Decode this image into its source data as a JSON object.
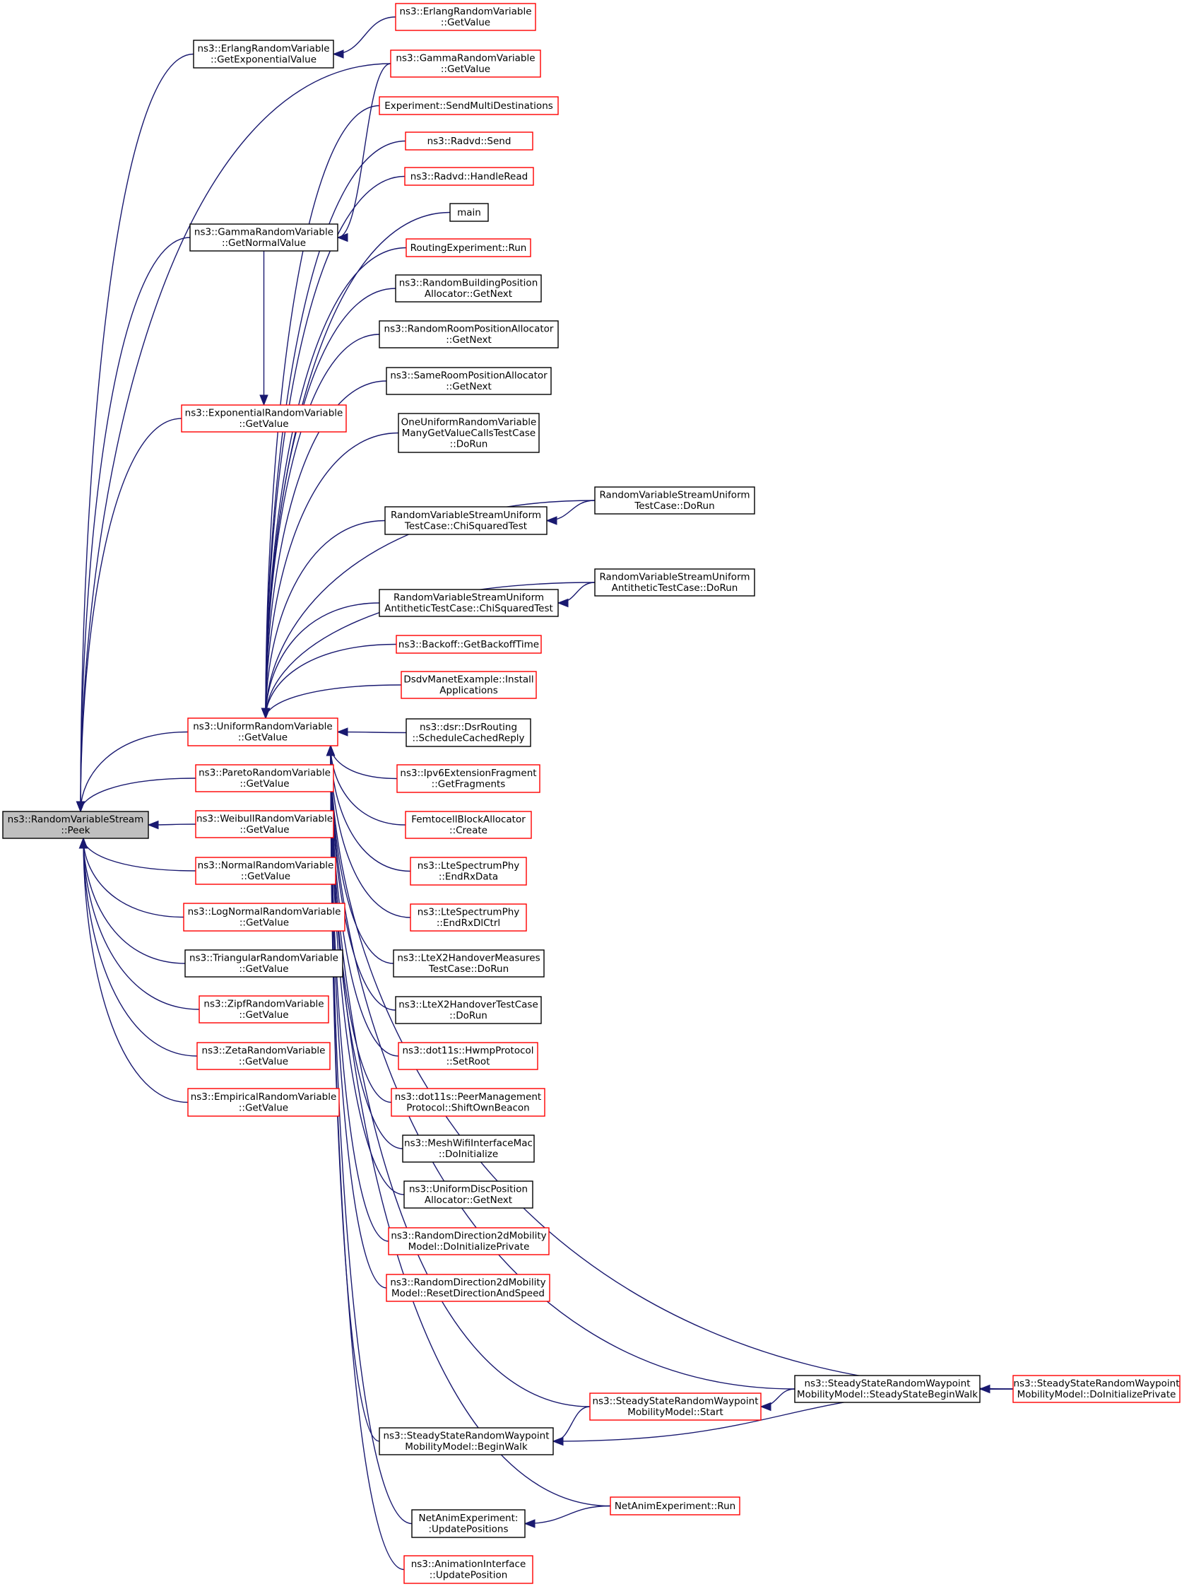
{
  "nodes": [
    {
      "id": "peek",
      "lines": [
        "ns3::RandomVariableStream",
        "::Peek"
      ],
      "color": "gray"
    },
    {
      "id": "erlangExp",
      "lines": [
        "ns3::ErlangRandomVariable",
        "::GetExponentialValue"
      ],
      "color": "black"
    },
    {
      "id": "erlangGet",
      "lines": [
        "ns3::ErlangRandomVariable",
        "::GetValue"
      ],
      "color": "red"
    },
    {
      "id": "gammaGet",
      "lines": [
        "ns3::GammaRandomVariable",
        "::GetValue"
      ],
      "color": "red"
    },
    {
      "id": "sendMulti",
      "lines": [
        "Experiment::SendMultiDestinations"
      ],
      "color": "red"
    },
    {
      "id": "radvdSend",
      "lines": [
        "ns3::Radvd::Send"
      ],
      "color": "red"
    },
    {
      "id": "radvdRead",
      "lines": [
        "ns3::Radvd::HandleRead"
      ],
      "color": "red"
    },
    {
      "id": "main",
      "lines": [
        "main"
      ],
      "color": "black"
    },
    {
      "id": "gammaNormal",
      "lines": [
        "ns3::GammaRandomVariable",
        "::GetNormalValue"
      ],
      "color": "black"
    },
    {
      "id": "routingRun",
      "lines": [
        "RoutingExperiment::Run"
      ],
      "color": "red"
    },
    {
      "id": "rbpa",
      "lines": [
        "ns3::RandomBuildingPosition",
        "Allocator::GetNext"
      ],
      "color": "black"
    },
    {
      "id": "rrpa",
      "lines": [
        "ns3::RandomRoomPositionAllocator",
        "::GetNext"
      ],
      "color": "black"
    },
    {
      "id": "srpa",
      "lines": [
        "ns3::SameRoomPositionAllocator",
        "::GetNext"
      ],
      "color": "black"
    },
    {
      "id": "expGet",
      "lines": [
        "ns3::ExponentialRandomVariable",
        "::GetValue"
      ],
      "color": "red"
    },
    {
      "id": "oneUniform",
      "lines": [
        "OneUniformRandomVariable",
        "ManyGetValueCallsTestCase",
        "::DoRun"
      ],
      "color": "black"
    },
    {
      "id": "rvsuDoRun",
      "lines": [
        "RandomVariableStreamUniform",
        "TestCase::DoRun"
      ],
      "color": "black"
    },
    {
      "id": "rvsuChi",
      "lines": [
        "RandomVariableStreamUniform",
        "TestCase::ChiSquaredTest"
      ],
      "color": "black"
    },
    {
      "id": "rvsuaDoRun",
      "lines": [
        "RandomVariableStreamUniform",
        "AntitheticTestCase::DoRun"
      ],
      "color": "black"
    },
    {
      "id": "rvsuaChi",
      "lines": [
        "RandomVariableStreamUniform",
        "AntitheticTestCase::ChiSquaredTest"
      ],
      "color": "black"
    },
    {
      "id": "backoff",
      "lines": [
        "ns3::Backoff::GetBackoffTime"
      ],
      "color": "red"
    },
    {
      "id": "dsdv",
      "lines": [
        "DsdvManetExample::Install",
        "Applications"
      ],
      "color": "red"
    },
    {
      "id": "uniformGet",
      "lines": [
        "ns3::UniformRandomVariable",
        "::GetValue"
      ],
      "color": "red"
    },
    {
      "id": "dsr",
      "lines": [
        "ns3::dsr::DsrRouting",
        "::ScheduleCachedReply"
      ],
      "color": "black"
    },
    {
      "id": "paretoGet",
      "lines": [
        "ns3::ParetoRandomVariable",
        "::GetValue"
      ],
      "color": "red"
    },
    {
      "id": "ipv6",
      "lines": [
        "ns3::Ipv6ExtensionFragment",
        "::GetFragments"
      ],
      "color": "red"
    },
    {
      "id": "weibullGet",
      "lines": [
        "ns3::WeibullRandomVariable",
        "::GetValue"
      ],
      "color": "red"
    },
    {
      "id": "femto",
      "lines": [
        "FemtocellBlockAllocator",
        "::Create"
      ],
      "color": "red"
    },
    {
      "id": "normalGet",
      "lines": [
        "ns3::NormalRandomVariable",
        "::GetValue"
      ],
      "color": "red"
    },
    {
      "id": "lteRxData",
      "lines": [
        "ns3::LteSpectrumPhy",
        "::EndRxData"
      ],
      "color": "red"
    },
    {
      "id": "logNormalGet",
      "lines": [
        "ns3::LogNormalRandomVariable",
        "::GetValue"
      ],
      "color": "red"
    },
    {
      "id": "lteRxDlCtrl",
      "lines": [
        "ns3::LteSpectrumPhy",
        "::EndRxDlCtrl"
      ],
      "color": "red"
    },
    {
      "id": "triangularGet",
      "lines": [
        "ns3::TriangularRandomVariable",
        "::GetValue"
      ],
      "color": "black"
    },
    {
      "id": "lteX2Measures",
      "lines": [
        "ns3::LteX2HandoverMeasures",
        "TestCase::DoRun"
      ],
      "color": "black"
    },
    {
      "id": "zipfGet",
      "lines": [
        "ns3::ZipfRandomVariable",
        "::GetValue"
      ],
      "color": "red"
    },
    {
      "id": "lteX2Test",
      "lines": [
        "ns3::LteX2HandoverTestCase",
        "::DoRun"
      ],
      "color": "black"
    },
    {
      "id": "zetaGet",
      "lines": [
        "ns3::ZetaRandomVariable",
        "::GetValue"
      ],
      "color": "red"
    },
    {
      "id": "hwmp",
      "lines": [
        "ns3::dot11s::HwmpProtocol",
        "::SetRoot"
      ],
      "color": "red"
    },
    {
      "id": "empiricalGet",
      "lines": [
        "ns3::EmpiricalRandomVariable",
        "::GetValue"
      ],
      "color": "red"
    },
    {
      "id": "peerMgmt",
      "lines": [
        "ns3::dot11s::PeerManagement",
        "Protocol::ShiftOwnBeacon"
      ],
      "color": "red"
    },
    {
      "id": "meshWifi",
      "lines": [
        "ns3::MeshWifiInterfaceMac",
        "::DoInitialize"
      ],
      "color": "black"
    },
    {
      "id": "udpa",
      "lines": [
        "ns3::UniformDiscPosition",
        "Allocator::GetNext"
      ],
      "color": "black"
    },
    {
      "id": "rd2dInit",
      "lines": [
        "ns3::RandomDirection2dMobility",
        "Model::DoInitializePrivate"
      ],
      "color": "red"
    },
    {
      "id": "rd2dReset",
      "lines": [
        "ns3::RandomDirection2dMobility",
        "Model::ResetDirectionAndSpeed"
      ],
      "color": "red"
    },
    {
      "id": "ssrwSteady",
      "lines": [
        "ns3::SteadyStateRandomWaypoint",
        "MobilityModel::SteadyStateBeginWalk"
      ],
      "color": "black"
    },
    {
      "id": "ssrwInit",
      "lines": [
        "ns3::SteadyStateRandomWaypoint",
        "MobilityModel::DoInitializePrivate"
      ],
      "color": "red"
    },
    {
      "id": "ssrwStart",
      "lines": [
        "ns3::SteadyStateRandomWaypoint",
        "MobilityModel::Start"
      ],
      "color": "red"
    },
    {
      "id": "ssrwBegin",
      "lines": [
        "ns3::SteadyStateRandomWaypoint",
        "MobilityModel::BeginWalk"
      ],
      "color": "black"
    },
    {
      "id": "netAnimRun",
      "lines": [
        "NetAnimExperiment::Run"
      ],
      "color": "red"
    },
    {
      "id": "netAnimUpd",
      "lines": [
        "NetAnimExperiment:",
        ":UpdatePositions"
      ],
      "color": "black"
    },
    {
      "id": "animUpd",
      "lines": [
        "ns3::AnimationInterface",
        "::UpdatePosition"
      ],
      "color": "red"
    }
  ],
  "edges": [
    [
      "erlangExp",
      "peek"
    ],
    [
      "erlangGet",
      "erlangExp"
    ],
    [
      "gammaGet",
      "peek"
    ],
    [
      "gammaNormal",
      "peek"
    ],
    [
      "gammaGet",
      "gammaNormal"
    ],
    [
      "expGet",
      "peek"
    ],
    [
      "gammaNormal",
      "expGet"
    ],
    [
      "uniformGet",
      "peek"
    ],
    [
      "paretoGet",
      "peek"
    ],
    [
      "weibullGet",
      "peek"
    ],
    [
      "normalGet",
      "peek"
    ],
    [
      "logNormalGet",
      "peek"
    ],
    [
      "triangularGet",
      "peek"
    ],
    [
      "zipfGet",
      "peek"
    ],
    [
      "zetaGet",
      "peek"
    ],
    [
      "empiricalGet",
      "peek"
    ],
    [
      "sendMulti",
      "uniformGet"
    ],
    [
      "radvdSend",
      "uniformGet"
    ],
    [
      "radvdRead",
      "uniformGet"
    ],
    [
      "main",
      "uniformGet"
    ],
    [
      "routingRun",
      "uniformGet"
    ],
    [
      "rbpa",
      "uniformGet"
    ],
    [
      "rrpa",
      "uniformGet"
    ],
    [
      "srpa",
      "uniformGet"
    ],
    [
      "oneUniform",
      "uniformGet"
    ],
    [
      "rvsuDoRun",
      "uniformGet"
    ],
    [
      "rvsuChi",
      "uniformGet"
    ],
    [
      "rvsuDoRun",
      "rvsuChi"
    ],
    [
      "rvsuaDoRun",
      "uniformGet"
    ],
    [
      "rvsuaChi",
      "uniformGet"
    ],
    [
      "rvsuaDoRun",
      "rvsuaChi"
    ],
    [
      "backoff",
      "uniformGet"
    ],
    [
      "dsdv",
      "uniformGet"
    ],
    [
      "dsr",
      "uniformGet"
    ],
    [
      "ipv6",
      "uniformGet"
    ],
    [
      "femto",
      "uniformGet"
    ],
    [
      "lteRxData",
      "uniformGet"
    ],
    [
      "lteRxDlCtrl",
      "uniformGet"
    ],
    [
      "lteX2Measures",
      "uniformGet"
    ],
    [
      "lteX2Test",
      "uniformGet"
    ],
    [
      "hwmp",
      "uniformGet"
    ],
    [
      "peerMgmt",
      "uniformGet"
    ],
    [
      "meshWifi",
      "uniformGet"
    ],
    [
      "udpa",
      "uniformGet"
    ],
    [
      "rd2dInit",
      "uniformGet"
    ],
    [
      "rd2dReset",
      "uniformGet"
    ],
    [
      "ssrwInit",
      "uniformGet"
    ],
    [
      "ssrwSteady",
      "uniformGet"
    ],
    [
      "ssrwInit",
      "ssrwSteady"
    ],
    [
      "ssrwStart",
      "uniformGet"
    ],
    [
      "ssrwSteady",
      "ssrwStart"
    ],
    [
      "ssrwBegin",
      "uniformGet"
    ],
    [
      "ssrwStart",
      "ssrwBegin"
    ],
    [
      "ssrwInit",
      "ssrwBegin"
    ],
    [
      "netAnimRun",
      "uniformGet"
    ],
    [
      "netAnimUpd",
      "uniformGet"
    ],
    [
      "netAnimRun",
      "netAnimUpd"
    ],
    [
      "animUpd",
      "uniformGet"
    ]
  ],
  "colors": {
    "edge": "#191970",
    "red_border": "#ff0000",
    "black_border": "#000000",
    "root_fill": "#bfbfbf"
  }
}
